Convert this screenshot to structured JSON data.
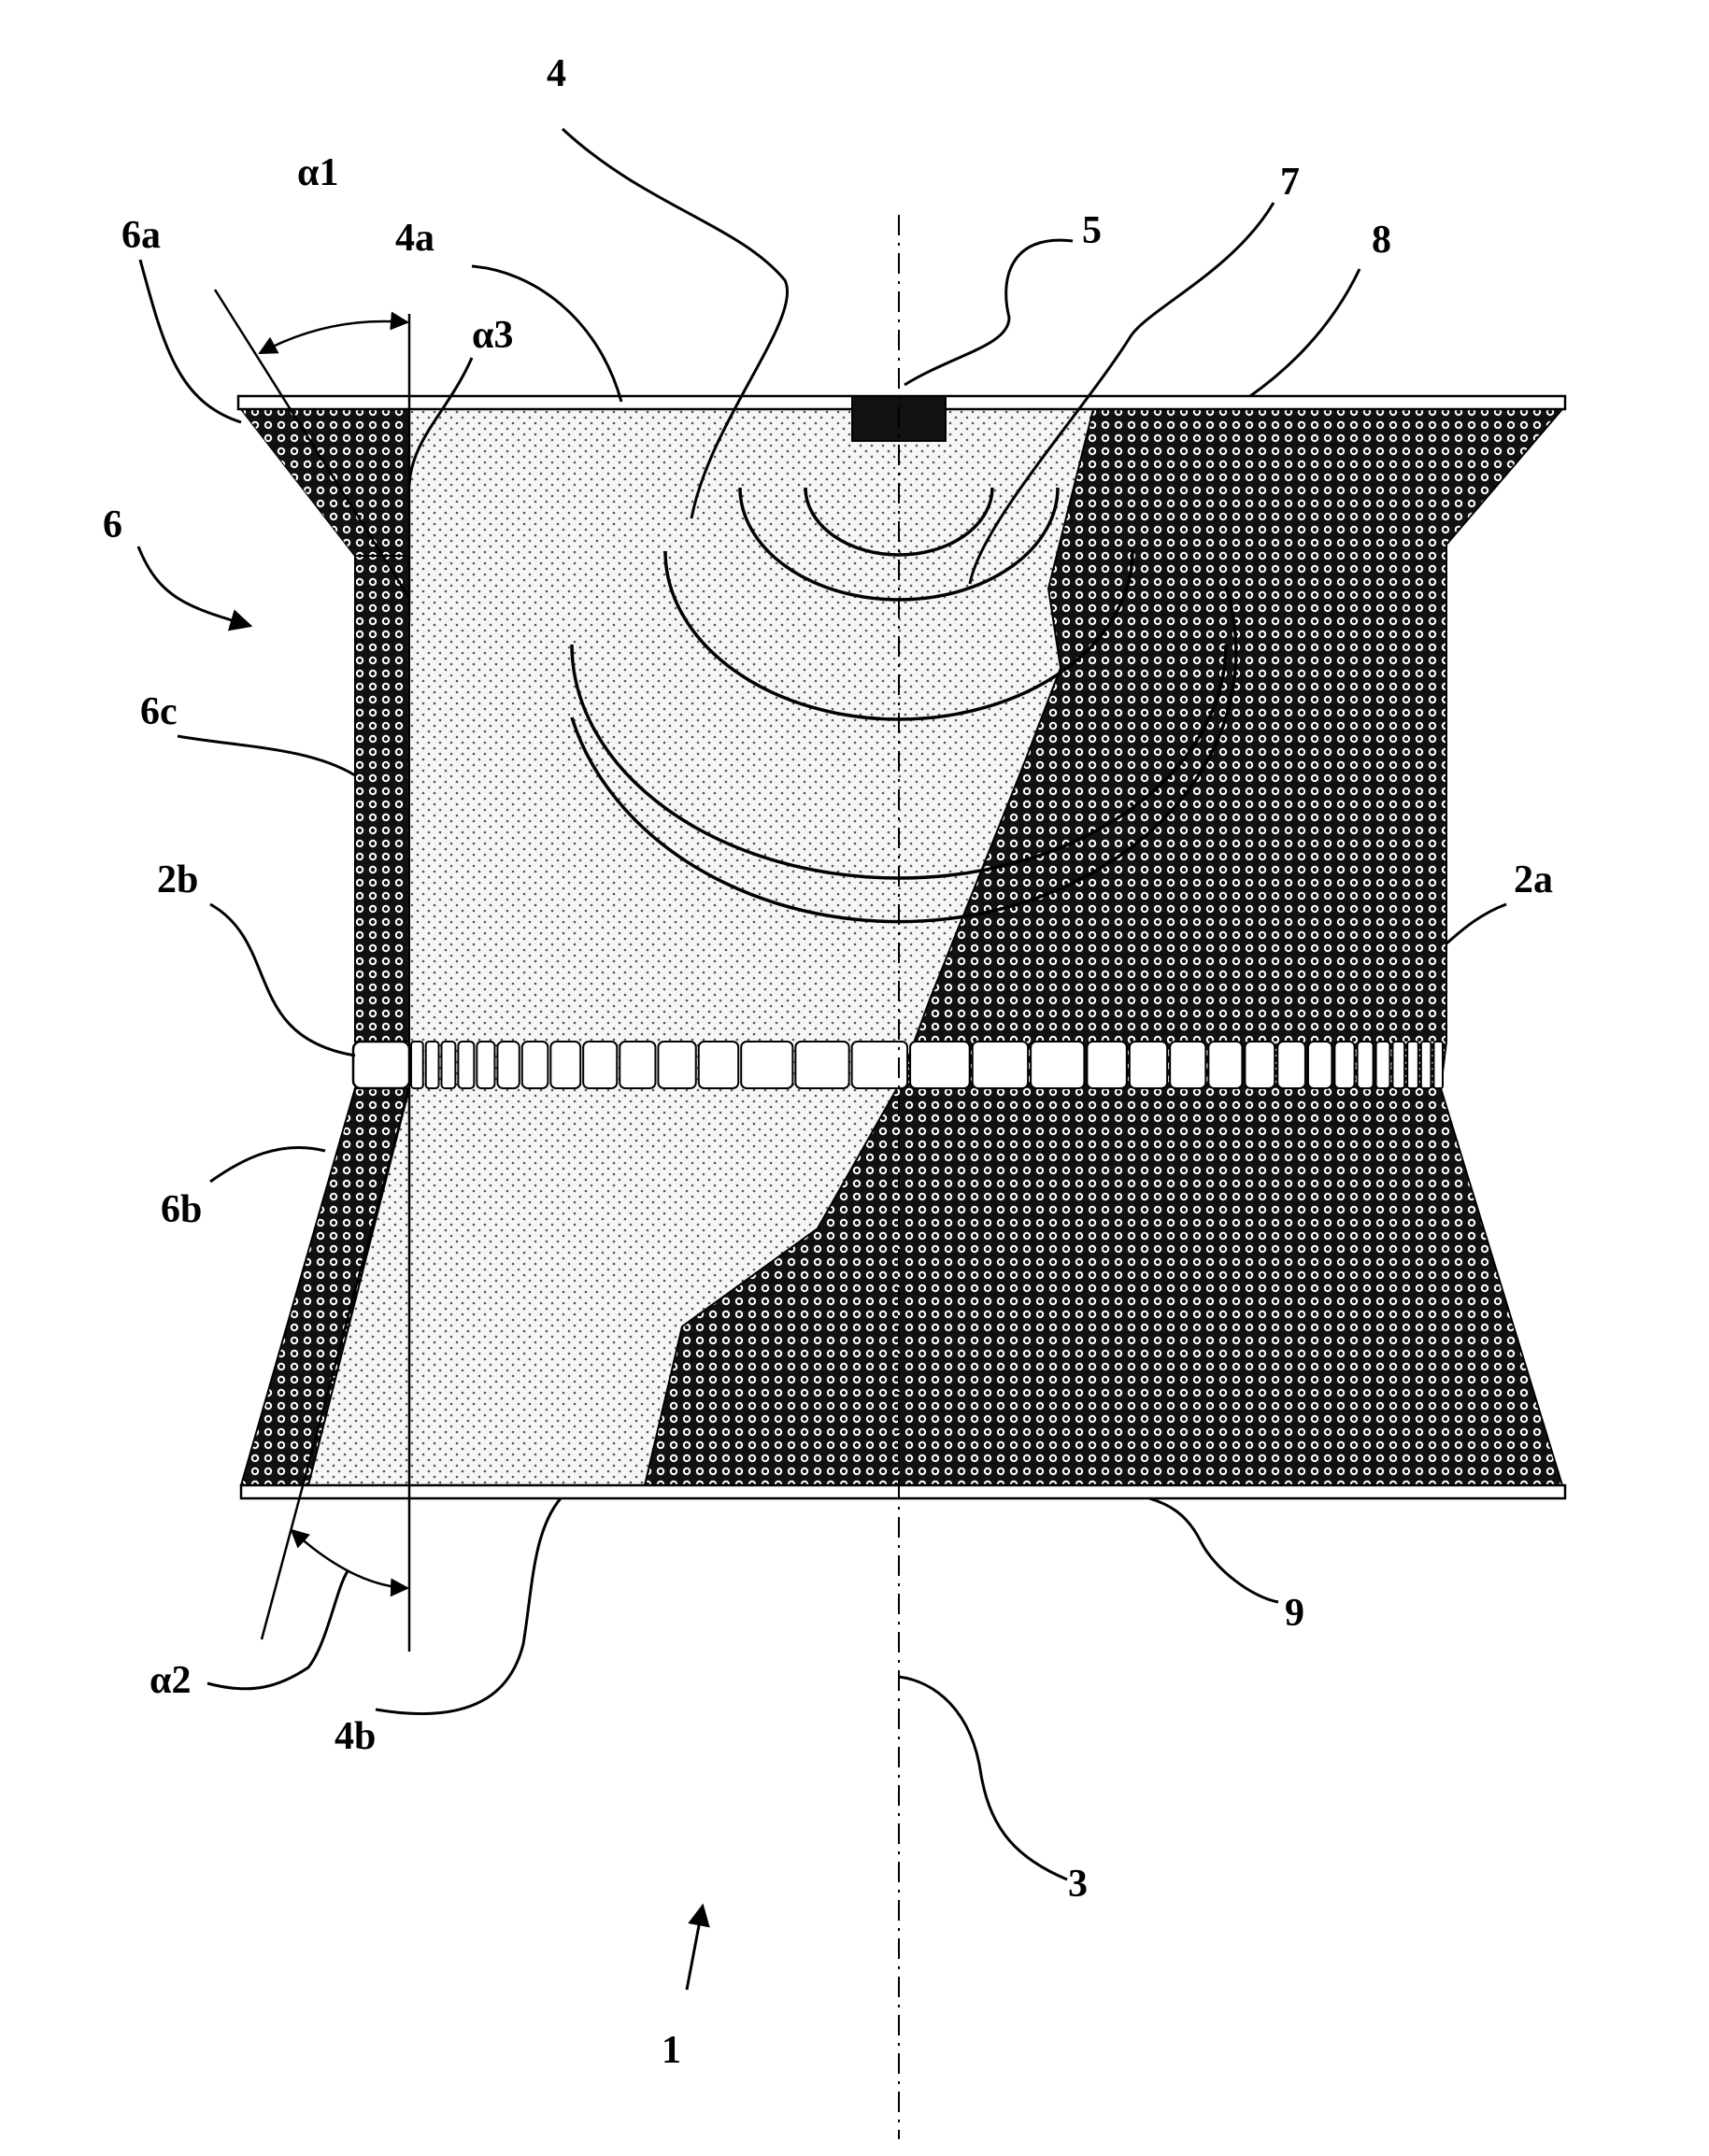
{
  "labels": {
    "n1": "1",
    "n2a": "2a",
    "n2b": "2b",
    "n3": "3",
    "n4": "4",
    "n4a": "4a",
    "n4b": "4b",
    "n5": "5",
    "n6": "6",
    "n6a": "6a",
    "n6b": "6b",
    "n6c": "6c",
    "n7": "7",
    "n8": "8",
    "n9": "9",
    "alpha1": "α1",
    "alpha2": "α2",
    "alpha3": "α3"
  },
  "colors": {
    "hatch_dark": "#111111",
    "dot_fill": "#f4f4f4",
    "line": "#000000"
  }
}
